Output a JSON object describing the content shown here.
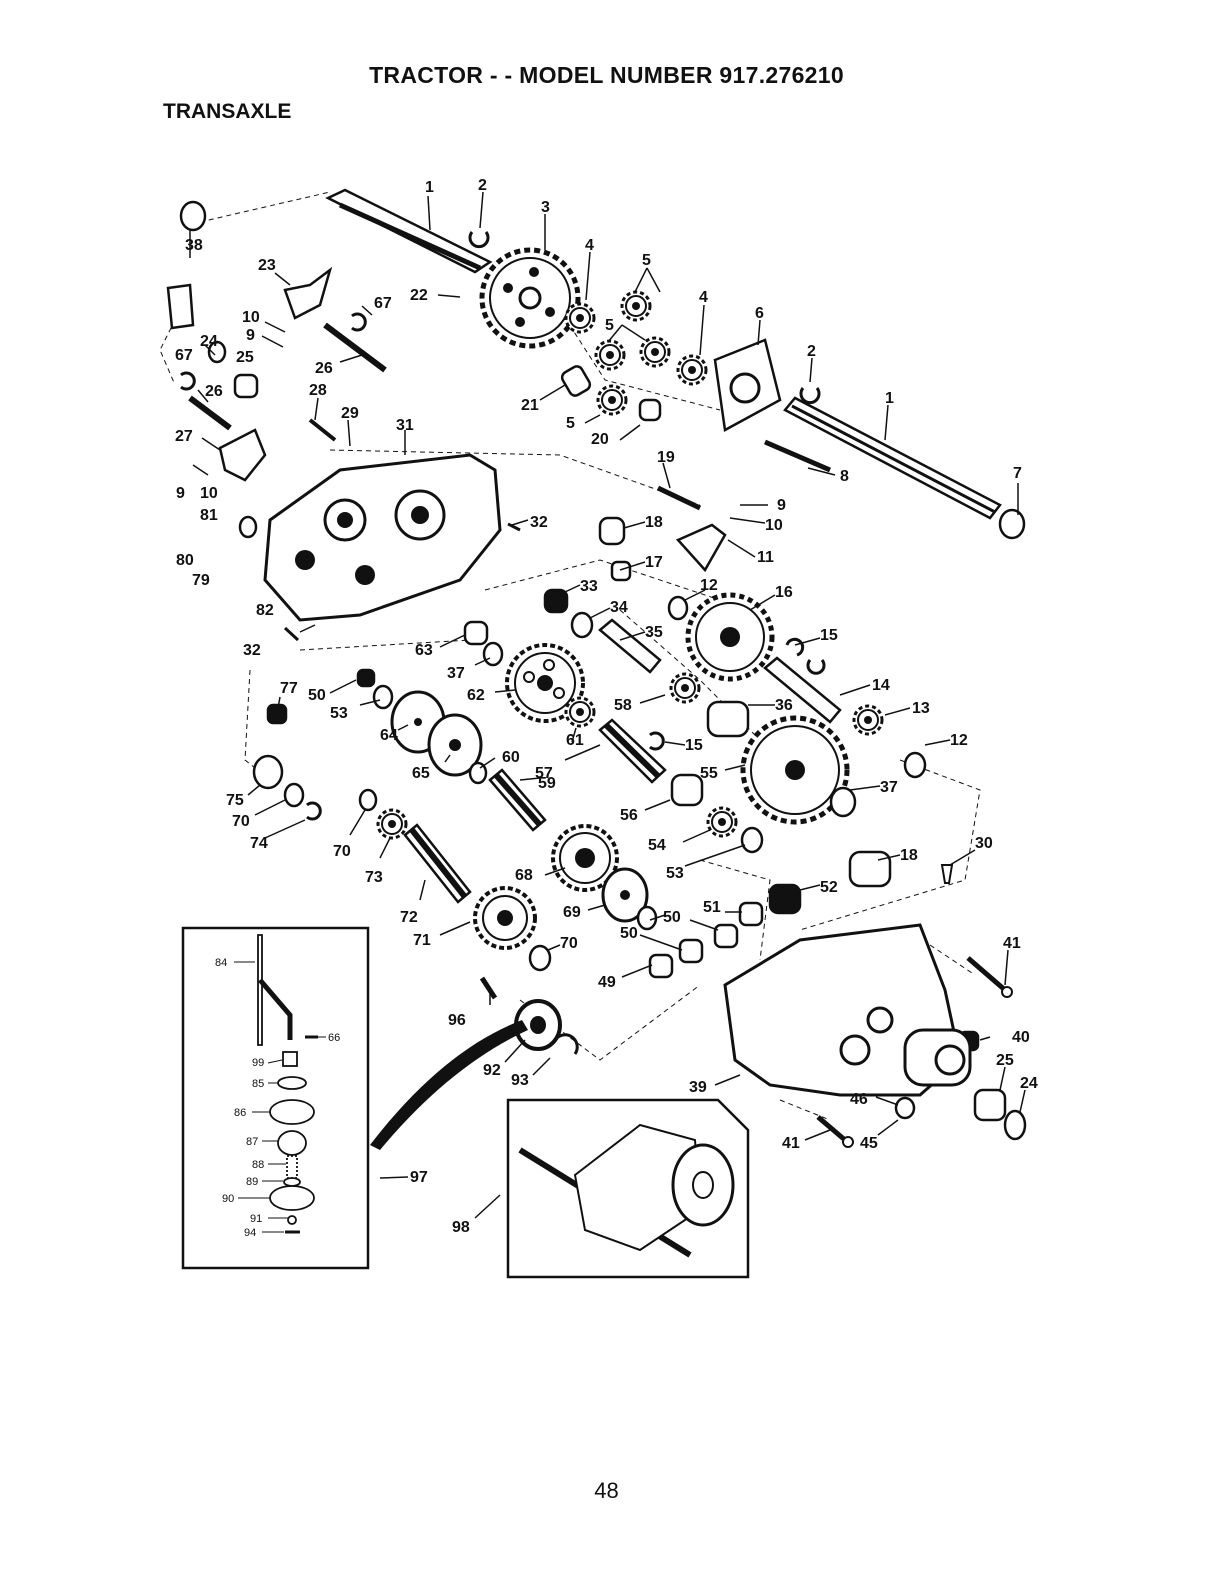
{
  "header": {
    "title": "TRACTOR - - MODEL NUMBER 917.276210",
    "section": "TRANSAXLE"
  },
  "footer": {
    "page_number": "48"
  },
  "callouts": [
    {
      "id": "c1a",
      "text": "1"
    },
    {
      "id": "c2a",
      "text": "2"
    },
    {
      "id": "c3",
      "text": "3"
    },
    {
      "id": "c4a",
      "text": "4"
    },
    {
      "id": "c5a",
      "text": "5"
    },
    {
      "id": "c5b",
      "text": "5"
    },
    {
      "id": "c4b",
      "text": "4"
    },
    {
      "id": "c6",
      "text": "6"
    },
    {
      "id": "c2b",
      "text": "2"
    },
    {
      "id": "c1b",
      "text": "1"
    },
    {
      "id": "c7a",
      "text": "7"
    },
    {
      "id": "c38",
      "text": "38"
    },
    {
      "id": "c23",
      "text": "23"
    },
    {
      "id": "c22",
      "text": "22"
    },
    {
      "id": "c67a",
      "text": "67"
    },
    {
      "id": "c10a",
      "text": "10"
    },
    {
      "id": "c9a",
      "text": "9"
    },
    {
      "id": "c24a",
      "text": "24"
    },
    {
      "id": "c67b",
      "text": "67"
    },
    {
      "id": "c25a",
      "text": "25"
    },
    {
      "id": "c26a",
      "text": "26"
    },
    {
      "id": "c26b",
      "text": "26"
    },
    {
      "id": "c28",
      "text": "28"
    },
    {
      "id": "c29",
      "text": "29"
    },
    {
      "id": "c21",
      "text": "21"
    },
    {
      "id": "c5c",
      "text": "5"
    },
    {
      "id": "c20",
      "text": "20"
    },
    {
      "id": "c27",
      "text": "27"
    },
    {
      "id": "c31",
      "text": "31"
    },
    {
      "id": "c8",
      "text": "8"
    },
    {
      "id": "c7b",
      "text": "7"
    },
    {
      "id": "c9b",
      "text": "9"
    },
    {
      "id": "c10b",
      "text": "10"
    },
    {
      "id": "c81",
      "text": "81"
    },
    {
      "id": "c19",
      "text": "19"
    },
    {
      "id": "c9c",
      "text": "9"
    },
    {
      "id": "c10c",
      "text": "10"
    },
    {
      "id": "c32a",
      "text": "32"
    },
    {
      "id": "c18a",
      "text": "18"
    },
    {
      "id": "c11",
      "text": "11"
    },
    {
      "id": "c80",
      "text": "80"
    },
    {
      "id": "c79",
      "text": "79"
    },
    {
      "id": "c17",
      "text": "17"
    },
    {
      "id": "c33",
      "text": "33"
    },
    {
      "id": "c12a",
      "text": "12"
    },
    {
      "id": "c16",
      "text": "16"
    },
    {
      "id": "c82",
      "text": "82"
    },
    {
      "id": "c34",
      "text": "34"
    },
    {
      "id": "c35",
      "text": "35"
    },
    {
      "id": "c15a",
      "text": "15"
    },
    {
      "id": "c32b",
      "text": "32"
    },
    {
      "id": "c63",
      "text": "63"
    },
    {
      "id": "c37a",
      "text": "37"
    },
    {
      "id": "c14",
      "text": "14"
    },
    {
      "id": "c77",
      "text": "77"
    },
    {
      "id": "c50a",
      "text": "50"
    },
    {
      "id": "c62",
      "text": "62"
    },
    {
      "id": "c58",
      "text": "58"
    },
    {
      "id": "c36",
      "text": "36"
    },
    {
      "id": "c13",
      "text": "13"
    },
    {
      "id": "c53a",
      "text": "53"
    },
    {
      "id": "c64",
      "text": "64"
    },
    {
      "id": "c61",
      "text": "61"
    },
    {
      "id": "c60",
      "text": "60"
    },
    {
      "id": "c15b",
      "text": "15"
    },
    {
      "id": "c12b",
      "text": "12"
    },
    {
      "id": "c65",
      "text": "65"
    },
    {
      "id": "c57",
      "text": "57"
    },
    {
      "id": "c55",
      "text": "55"
    },
    {
      "id": "c59",
      "text": "59"
    },
    {
      "id": "c37b",
      "text": "37"
    },
    {
      "id": "c75",
      "text": "75"
    },
    {
      "id": "c70a",
      "text": "70"
    },
    {
      "id": "c74",
      "text": "74"
    },
    {
      "id": "c56",
      "text": "56"
    },
    {
      "id": "c70b",
      "text": "70"
    },
    {
      "id": "c54",
      "text": "54"
    },
    {
      "id": "c30",
      "text": "30"
    },
    {
      "id": "c73",
      "text": "73"
    },
    {
      "id": "c18b",
      "text": "18"
    },
    {
      "id": "c53b",
      "text": "53"
    },
    {
      "id": "c68",
      "text": "68"
    },
    {
      "id": "c52",
      "text": "52"
    },
    {
      "id": "c72",
      "text": "72"
    },
    {
      "id": "c51",
      "text": "51"
    },
    {
      "id": "c69",
      "text": "69"
    },
    {
      "id": "c50b",
      "text": "50"
    },
    {
      "id": "c71",
      "text": "71"
    },
    {
      "id": "c50c",
      "text": "50"
    },
    {
      "id": "c70c",
      "text": "70"
    },
    {
      "id": "c41a",
      "text": "41"
    },
    {
      "id": "c49",
      "text": "49"
    },
    {
      "id": "c96",
      "text": "96"
    },
    {
      "id": "c40",
      "text": "40"
    },
    {
      "id": "c25b",
      "text": "25"
    },
    {
      "id": "c24b",
      "text": "24"
    },
    {
      "id": "c92",
      "text": "92"
    },
    {
      "id": "c93",
      "text": "93"
    },
    {
      "id": "c39",
      "text": "39"
    },
    {
      "id": "c46",
      "text": "46"
    },
    {
      "id": "c41b",
      "text": "41"
    },
    {
      "id": "c45",
      "text": "45"
    },
    {
      "id": "c97",
      "text": "97"
    },
    {
      "id": "c98",
      "text": "98"
    }
  ],
  "inset_callouts": [
    {
      "id": "i84",
      "text": "84"
    },
    {
      "id": "i66",
      "text": "66"
    },
    {
      "id": "i99",
      "text": "99"
    },
    {
      "id": "i85",
      "text": "85"
    },
    {
      "id": "i86",
      "text": "86"
    },
    {
      "id": "i87",
      "text": "87"
    },
    {
      "id": "i88",
      "text": "88"
    },
    {
      "id": "i89",
      "text": "89"
    },
    {
      "id": "i90",
      "text": "90"
    },
    {
      "id": "i91",
      "text": "91"
    },
    {
      "id": "i94",
      "text": "94"
    }
  ]
}
